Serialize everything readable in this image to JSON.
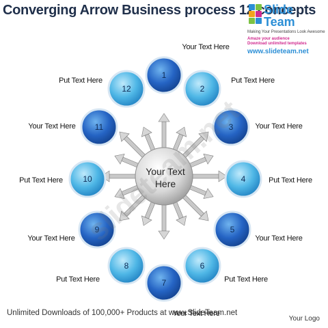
{
  "title": "Converging Arrow Business process 12 concepts",
  "brand": {
    "word1": "Slide",
    "word2": "Team",
    "tagline": "Making Your Presentations Look Awesome",
    "tag2": "Amaze your audience",
    "tag3": "Download unlimited templates",
    "url": "www.slideteam.net"
  },
  "center_text": [
    "Your Text",
    "Here"
  ],
  "nodes": [
    "1",
    "2",
    "3",
    "4",
    "5",
    "6",
    "7",
    "8",
    "9",
    "10",
    "11",
    "12"
  ],
  "labels": {
    "n1": "Your Text Here",
    "n2": "Put Text Here",
    "n3": "Your  Text Here",
    "n4": "Put Text Here",
    "n5": "Your Text Here",
    "n6": "Put Text Here",
    "n7": "Your Text Here",
    "n8": "Put Text Here",
    "n9": "Your Text Here",
    "n10": "Put Text Here",
    "n11": "Your Text Here",
    "n12": "Put Text Here"
  },
  "watermark": "slideteam.net",
  "footer": "Unlimited Downloads of 100,000+ Products at www.SlideTeam.net",
  "your_logo": "Your Logo",
  "colors": {
    "node_light": "#5cc0ea",
    "node_dark": "#1f6ac4",
    "title": "#1f2f4a",
    "brand": "#2c8fd6"
  }
}
